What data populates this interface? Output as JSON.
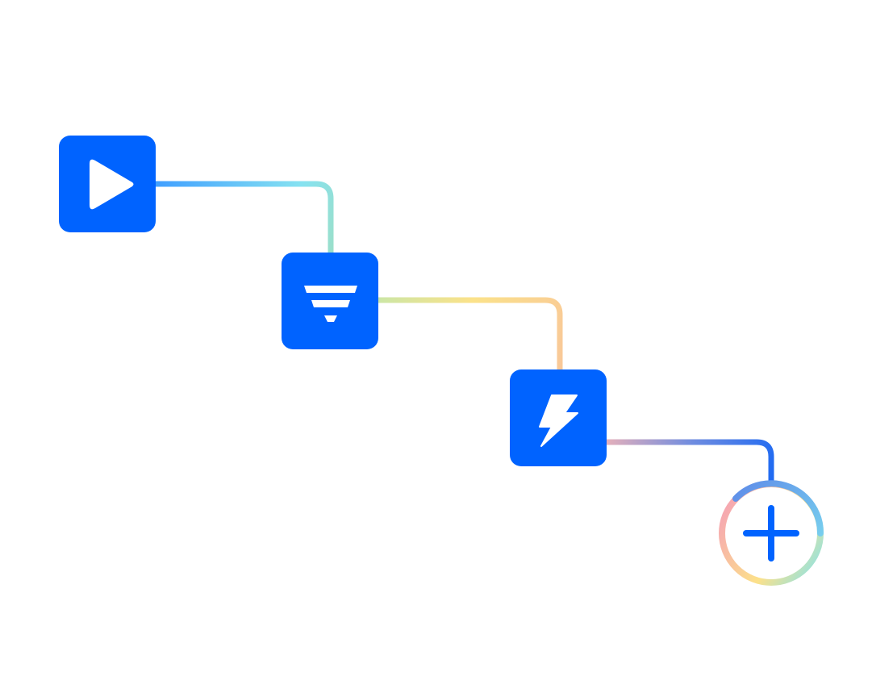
{
  "diagram": {
    "nodes": [
      {
        "id": "start",
        "kind": "trigger",
        "icon": "play-icon"
      },
      {
        "id": "filter",
        "kind": "filter",
        "icon": "filter-icon"
      },
      {
        "id": "action",
        "kind": "action",
        "icon": "lightning-bolt-icon"
      },
      {
        "id": "add",
        "kind": "add-step",
        "icon": "plus-icon"
      }
    ],
    "edges": [
      {
        "from": "start",
        "to": "filter"
      },
      {
        "from": "filter",
        "to": "action"
      },
      {
        "from": "action",
        "to": "add"
      }
    ]
  },
  "colors": {
    "node_fill": "#0063FF",
    "icon": "#FFFFFF",
    "plus": "#0063FF",
    "background": "#FFFFFF",
    "edge_start_to_filter": [
      "#3F9EFF",
      "#86E2F1",
      "#9ADFCB"
    ],
    "edge_filter_to_action": [
      "#CBE6A6",
      "#FBE28A",
      "#F9C898"
    ],
    "edge_action_to_add": [
      "#E6B0BA",
      "#6E8CE0",
      "#1F6AF2"
    ],
    "add_ring": [
      "#F6A9B0",
      "#FCE18A",
      "#7FE3F0",
      "#5C86E8"
    ]
  }
}
